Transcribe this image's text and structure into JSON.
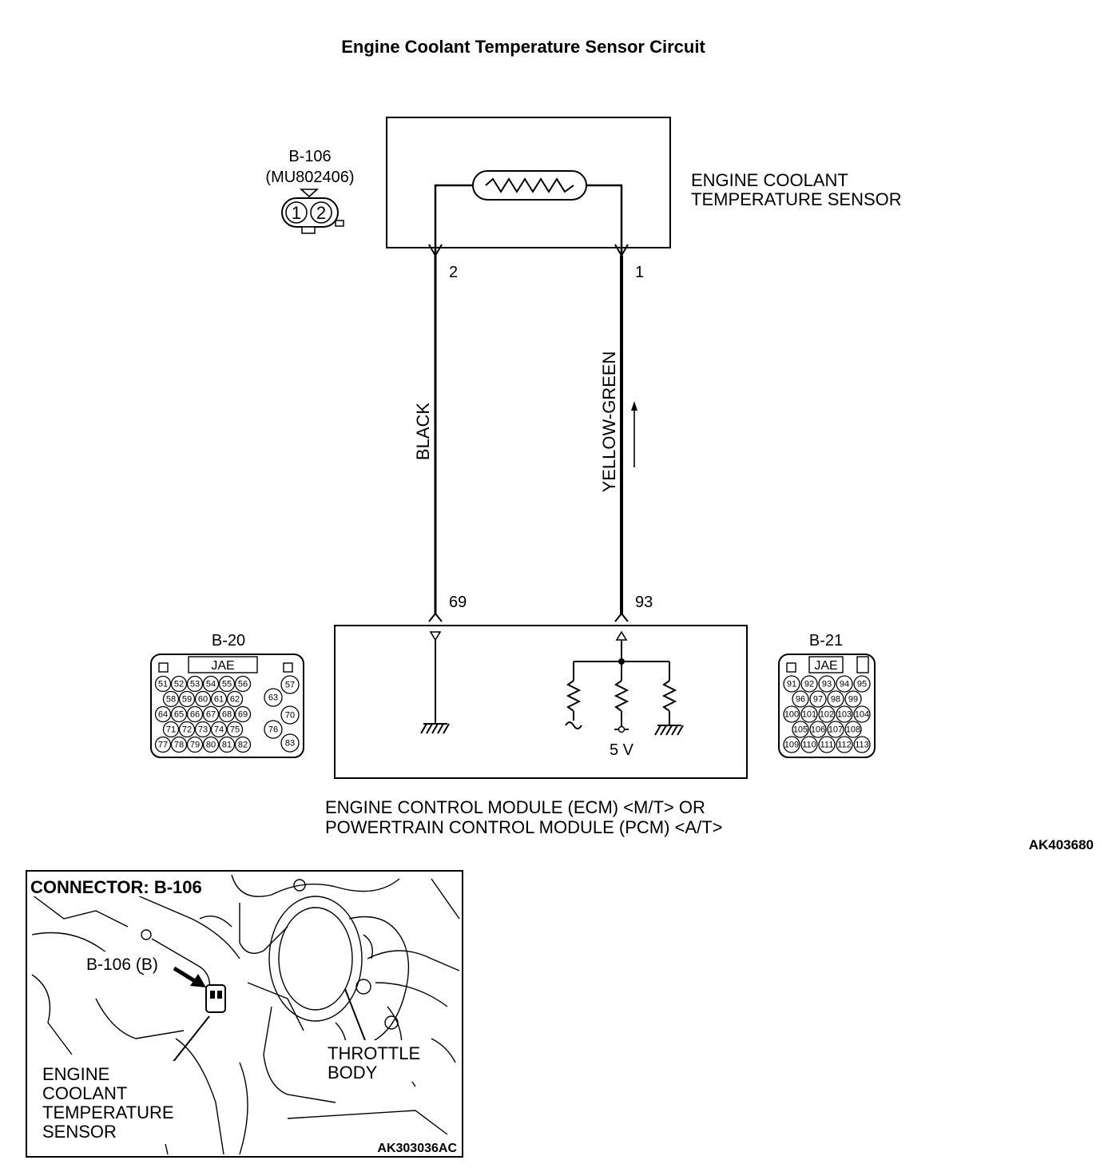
{
  "title": "Engine Coolant Temperature Sensor Circuit",
  "sensor": {
    "label_line1": "ENGINE COOLANT",
    "label_line2": "TEMPERATURE SENSOR",
    "pin_left": "2",
    "pin_right": "1"
  },
  "sensor_connector": {
    "name": "B-106",
    "part_number": "(MU802406)",
    "pins": [
      "1",
      "2"
    ]
  },
  "wires": [
    {
      "color": "BLACK",
      "sensor_pin": "2",
      "ecm_pin": "69"
    },
    {
      "color": "YELLOW-GREEN",
      "sensor_pin": "1",
      "ecm_pin": "93"
    }
  ],
  "ecm": {
    "label_line1": "ENGINE CONTROL MODULE (ECM) <M/T> OR",
    "label_line2": "POWERTRAIN CONTROL MODULE (PCM) <A/T>",
    "supply": "5 V"
  },
  "connector_b20": {
    "name": "B-20",
    "maker": "JAE",
    "rows": [
      [
        "51",
        "52",
        "53",
        "54",
        "55",
        "56"
      ],
      [
        "58",
        "59",
        "60",
        "61",
        "62"
      ],
      [
        "64",
        "65",
        "66",
        "67",
        "68",
        "69"
      ],
      [
        "71",
        "72",
        "73",
        "74",
        "75"
      ],
      [
        "77",
        "78",
        "79",
        "80",
        "81",
        "82"
      ]
    ],
    "side": [
      "57",
      "63",
      "70",
      "76",
      "83"
    ]
  },
  "connector_b21": {
    "name": "B-21",
    "maker": "JAE",
    "rows": [
      [
        "91",
        "92",
        "93",
        "94",
        "95"
      ],
      [
        "96",
        "97",
        "98",
        "99"
      ],
      [
        "100",
        "101",
        "102",
        "103",
        "104"
      ],
      [
        "105",
        "106",
        "107",
        "108"
      ],
      [
        "109",
        "110",
        "111",
        "112",
        "113"
      ]
    ]
  },
  "figure_code_top": "AK403680",
  "inset": {
    "title": "CONNECTOR: B-106",
    "connector_callout": "B-106 (B)",
    "sensor_label": [
      "ENGINE",
      "COOLANT",
      "TEMPERATURE",
      "SENSOR"
    ],
    "throttle_label": [
      "THROTTLE",
      "BODY"
    ],
    "figure_code": "AK303036AC"
  }
}
